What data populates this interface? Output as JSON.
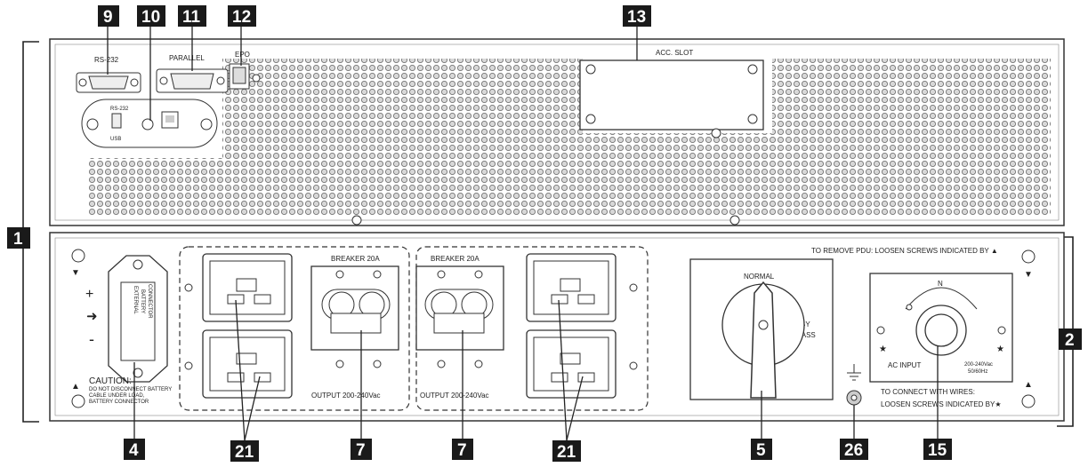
{
  "callouts": {
    "c1": "1",
    "c2": "2",
    "c4": "4",
    "c5": "5",
    "c7a": "7",
    "c7b": "7",
    "c9": "9",
    "c10": "10",
    "c11": "11",
    "c12": "12",
    "c13": "13",
    "c15": "15",
    "c21a": "21",
    "c21b": "21",
    "c26": "26"
  },
  "labels": {
    "rs232_top": "RS-232",
    "parallel": "PARALLEL",
    "epo": "EPO",
    "acc_slot": "ACC. SLOT",
    "rs232_small": "RS-232",
    "usb": "USB",
    "plus": "+",
    "minus": "-",
    "ext_batt_1": "EXTERNAL",
    "ext_batt_2": "BATTERY",
    "ext_batt_3": "CONNECTOR",
    "caution": "CAUTION:",
    "caution_1": "DO NOT DISCONNECT BATTERY",
    "caution_2": "CABLE UNDER LOAD,",
    "caution_3": "BATTERY CONNECTOR",
    "breaker_1": "BREAKER 20A",
    "breaker_2": "BREAKER 20A",
    "output_1": "OUTPUT 200-240Vac",
    "output_2": "OUTPUT 200-240Vac",
    "normal": "NORMAL",
    "by": "BY",
    "pass": "PASS",
    "remove_pdu": "TO REMOVE PDU: LOOSEN SCREWS INDICATED BY ▲",
    "n": "N",
    "ac_input": "AC INPUT",
    "ac_rating_1": "200-240Vac",
    "ac_rating_2": "50/60Hz",
    "wires_1": "TO CONNECT WITH WIRES:",
    "wires_2": "LOOSEN SCREWS INDICATED BY★"
  },
  "colors": {
    "outline": "#333333",
    "callout": "#1a1a1a",
    "panel": "#ffffff"
  }
}
